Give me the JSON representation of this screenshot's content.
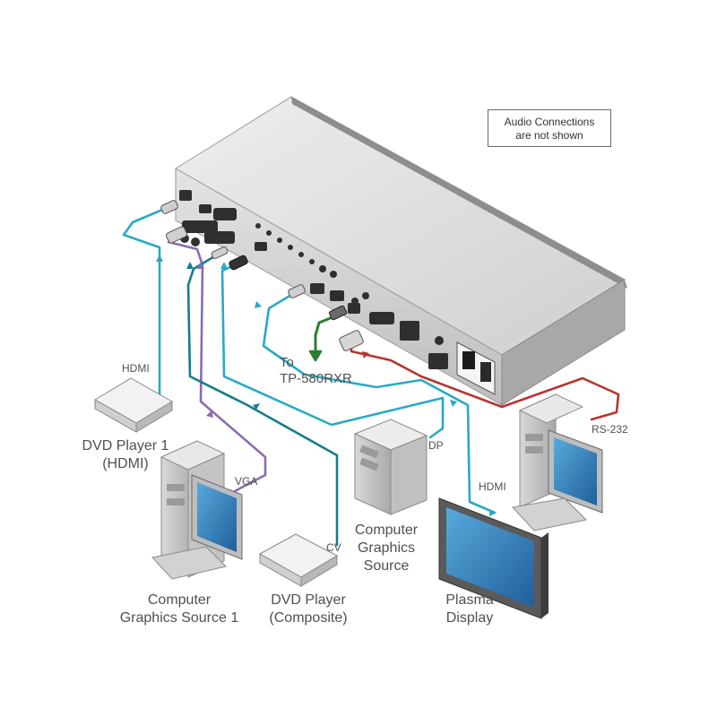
{
  "note": {
    "line1": "Audio Connections",
    "line2": "are not shown"
  },
  "labels": {
    "hdmi_in": "HDMI",
    "vga": "VGA",
    "cv": "CV",
    "dp": "DP",
    "hdmi_out": "HDMI",
    "rs232": "RS-232",
    "to_line1": "To",
    "to_line2": "TP-580RXR"
  },
  "devices": {
    "dvd1": {
      "line1": "DVD Player 1",
      "line2": "(HDMI)"
    },
    "pc1": {
      "line1": "Computer",
      "line2": "Graphics Source 1"
    },
    "dvd2": {
      "line1": "DVD Player",
      "line2": "(Composite)"
    },
    "pc2": {
      "line1": "Computer",
      "line2": "Graphics",
      "line3": "Source"
    },
    "plasma": {
      "line1": "Plasma",
      "line2": "Display"
    }
  },
  "colors": {
    "hdmi_cable": "#2aa9c6",
    "vga_cable": "#8c6bb1",
    "cv_cable": "#167c8c",
    "dp_cable": "#2aa9c6",
    "rs232_cable": "#b7342f",
    "tp_cable": "#2e7d32"
  }
}
